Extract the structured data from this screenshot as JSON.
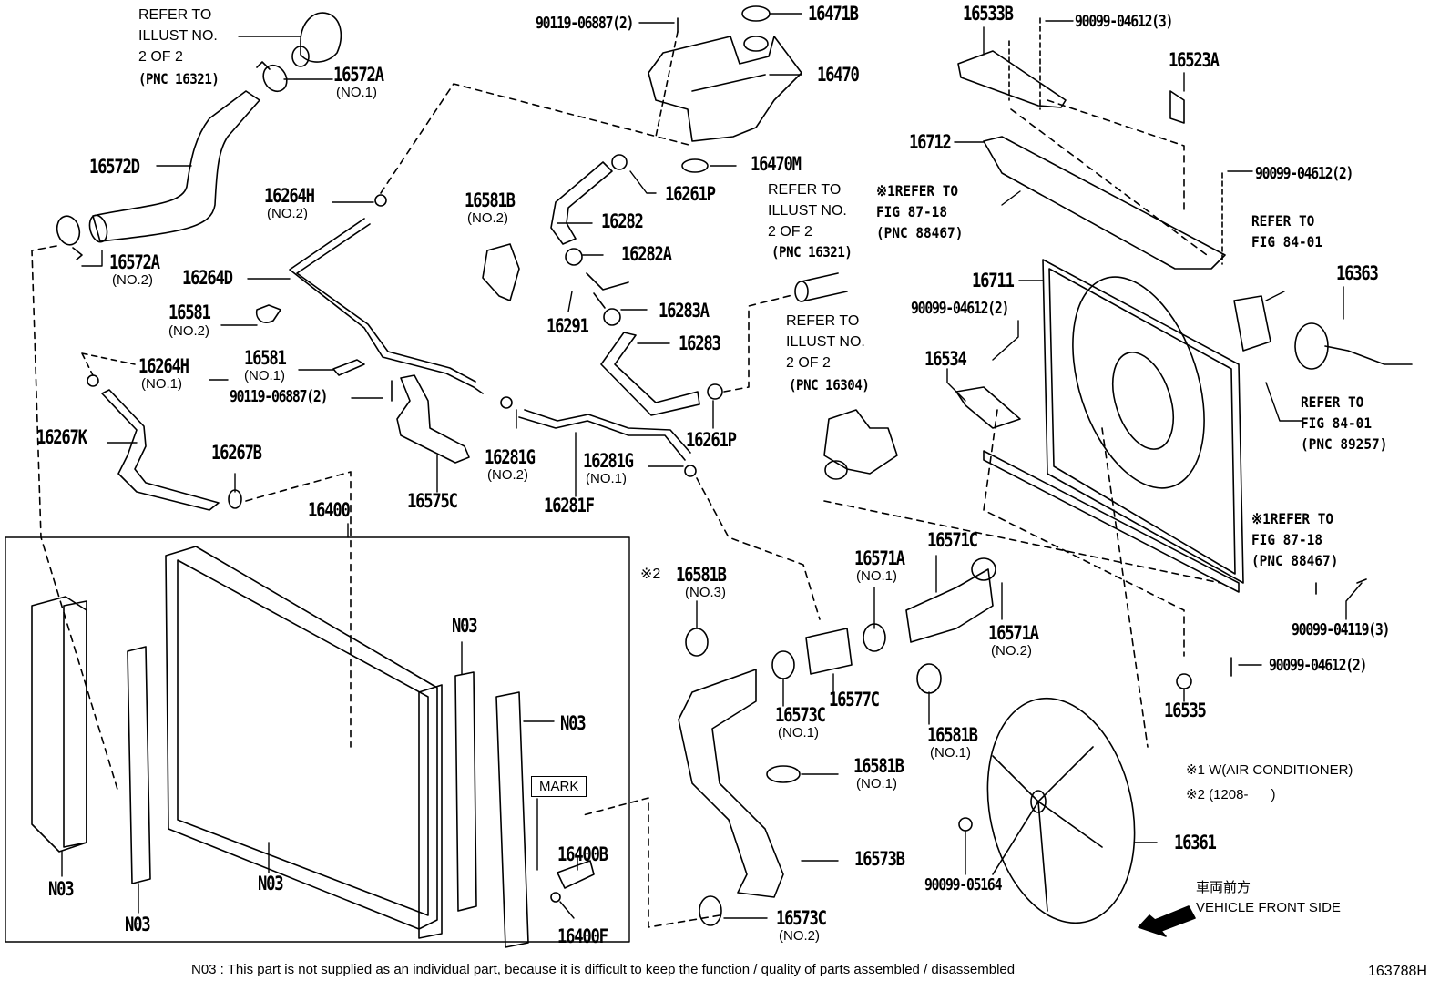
{
  "figure": {
    "figure_id": "163788H",
    "footnote": "N03 : This part is not supplied as an individual part, because it is difficult to keep the function / quality of parts assembled / disassembled",
    "legend": {
      "note1": "※1 W(AIR CONDITIONER)",
      "note2": "※2 (1208-      )"
    },
    "direction": {
      "japanese": "車両前方",
      "english": "VEHICLE FRONT SIDE"
    },
    "mark_label": "MARK"
  },
  "refs": {
    "r1": {
      "l1": "REFER TO",
      "l2": "ILLUST NO.",
      "l3": "2 OF 2",
      "l4": "(PNC 16321)"
    },
    "r2": {
      "l1": "REFER TO",
      "l2": "ILLUST NO.",
      "l3": "2 OF 2",
      "l4": "(PNC 16321)"
    },
    "r3": {
      "l1": "REFER TO",
      "l2": "ILLUST NO.",
      "l3": "2 OF 2",
      "l4": "(PNC 16304)"
    },
    "r4": {
      "l1": "※1REFER TO",
      "l2": "FIG 87-18",
      "l3": "(PNC 88467)"
    },
    "r5": {
      "l1": "REFER TO",
      "l2": "FIG 84-01"
    },
    "r6": {
      "l1": "REFER TO",
      "l2": "FIG 84-01",
      "l3": "(PNC 89257)"
    },
    "r7": {
      "l1": "※1REFER TO",
      "l2": "FIG 87-18",
      "l3": "(PNC 88467)"
    }
  },
  "parts": {
    "p16572A_1": {
      "num": "16572A",
      "sub": "(NO.1)"
    },
    "p16572D": {
      "num": "16572D"
    },
    "p16572A_2": {
      "num": "16572A",
      "sub": "(NO.2)"
    },
    "p16264H_2": {
      "num": "16264H",
      "sub": "(NO.2)"
    },
    "p16264D": {
      "num": "16264D"
    },
    "p16581_2": {
      "num": "16581",
      "sub": "(NO.2)"
    },
    "p16581_1": {
      "num": "16581",
      "sub": "(NO.1)"
    },
    "p16264H_1": {
      "num": "16264H",
      "sub": "(NO.1)"
    },
    "p90119_a": {
      "num": "90119-06887(2)"
    },
    "p90119_b": {
      "num": "90119-06887(2)"
    },
    "p16267K": {
      "num": "16267K"
    },
    "p16267B": {
      "num": "16267B"
    },
    "p16575C": {
      "num": "16575C"
    },
    "p16281G_2": {
      "num": "16281G",
      "sub": "(NO.2)"
    },
    "p16281F": {
      "num": "16281F"
    },
    "p16281G_1": {
      "num": "16281G",
      "sub": "(NO.1)"
    },
    "p16471B": {
      "num": "16471B"
    },
    "p16470": {
      "num": "16470"
    },
    "p16470M": {
      "num": "16470M"
    },
    "p16261P_a": {
      "num": "16261P"
    },
    "p16261P_b": {
      "num": "16261P"
    },
    "p16581B_2": {
      "num": "16581B",
      "sub": "(NO.2)"
    },
    "p16282": {
      "num": "16282"
    },
    "p16282A": {
      "num": "16282A"
    },
    "p16291": {
      "num": "16291"
    },
    "p16283A": {
      "num": "16283A"
    },
    "p16283": {
      "num": "16283"
    },
    "p16533B": {
      "num": "16533B"
    },
    "p90099_04612_3": {
      "num": "90099-04612(3)"
    },
    "p16523A": {
      "num": "16523A"
    },
    "p16712": {
      "num": "16712"
    },
    "p90099_04612_2a": {
      "num": "90099-04612(2)"
    },
    "p16363": {
      "num": "16363"
    },
    "p16711": {
      "num": "16711"
    },
    "p90099_04612_2b": {
      "num": "90099-04612(2)"
    },
    "p16534": {
      "num": "16534"
    },
    "p90099_04119_3": {
      "num": "90099-04119(3)"
    },
    "p90099_04612_2c": {
      "num": "90099-04612(2)"
    },
    "p16535": {
      "num": "16535"
    },
    "p16400": {
      "num": "16400"
    },
    "p16581B_3": {
      "num": "16581B",
      "sub": "(NO.3)",
      "prefix": "※2"
    },
    "p16571A_1": {
      "num": "16571A",
      "sub": "(NO.1)"
    },
    "p16571C": {
      "num": "16571C"
    },
    "p16571A_2": {
      "num": "16571A",
      "sub": "(NO.2)"
    },
    "p16573C_1": {
      "num": "16573C",
      "sub": "(NO.1)"
    },
    "p16577C": {
      "num": "16577C"
    },
    "p16581B_1a": {
      "num": "16581B",
      "sub": "(NO.1)"
    },
    "p16581B_1b": {
      "num": "16581B",
      "sub": "(NO.1)"
    },
    "p16573B": {
      "num": "16573B"
    },
    "p16573C_2": {
      "num": "16573C",
      "sub": "(NO.2)"
    },
    "p16361": {
      "num": "16361"
    },
    "p90099_05164": {
      "num": "90099-05164"
    },
    "p16400B": {
      "num": "16400B"
    },
    "p16400F": {
      "num": "16400F"
    },
    "n03": {
      "num": "N03"
    }
  }
}
